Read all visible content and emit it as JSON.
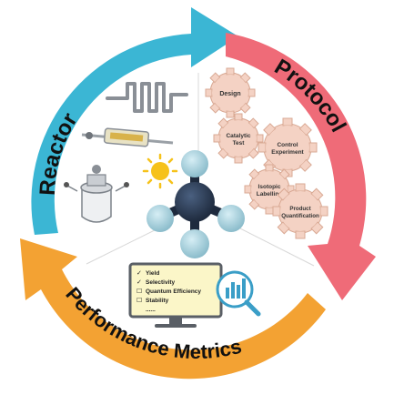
{
  "labels": {
    "reactor": "Reactor",
    "protocol": "Protocol",
    "performance": "Performance Metrics"
  },
  "gears": [
    "Design",
    "Catalytic Test",
    "Control Experiment",
    "Isotopic Labelling",
    "Product Quantification"
  ],
  "metrics": {
    "items": [
      {
        "mark": "✓",
        "text": "Yield"
      },
      {
        "mark": "✓",
        "text": "Selectivity"
      },
      {
        "mark": "☐",
        "text": "Quantum Efficiency"
      },
      {
        "mark": "☐",
        "text": "Stability"
      },
      {
        "mark": "",
        "text": "......"
      }
    ]
  },
  "colors": {
    "reactor_arrow": "#3bb6d4",
    "protocol_arrow": "#ef6b78",
    "performance_arrow": "#f3a233",
    "gear": "#f4d2c4",
    "molecule_center": "#2f3e55",
    "molecule_arm": "#9cc8d6",
    "monitor_screen": "#fbf6c8"
  }
}
